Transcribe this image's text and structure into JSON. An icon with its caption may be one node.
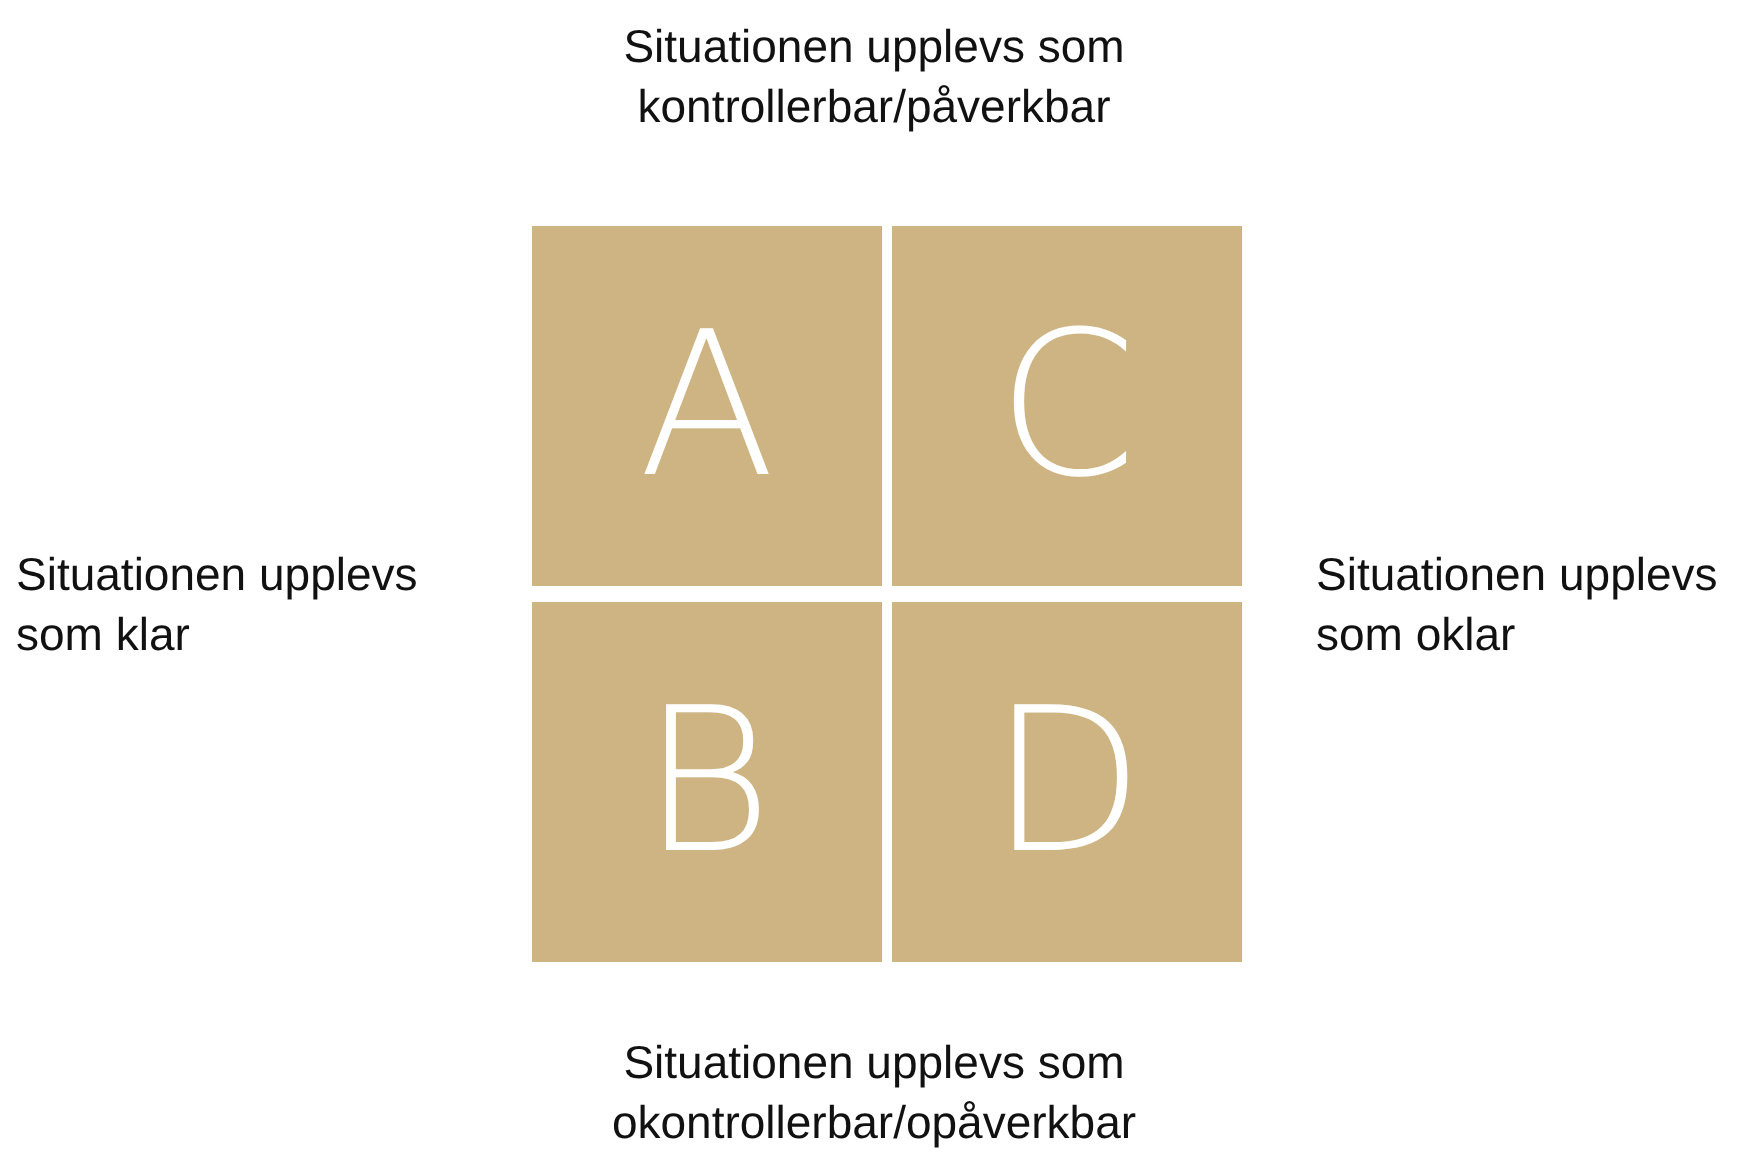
{
  "diagram": {
    "nodes": [
      {
        "text": [
          "A"
        ]
      },
      {
        "text": [
          "C"
        ]
      },
      {
        "text": [
          "B"
        ]
      },
      {
        "text": [
          "D"
        ]
      }
    ],
    "labels": [
      "Situationen upplevs som kontrollerbar/påverkbar",
      "Situationen upplevs som klar",
      "Situationen upplevs som oklar",
      "Situationen upplevs som okontrollerbar/opåverkbar"
    ]
  }
}
